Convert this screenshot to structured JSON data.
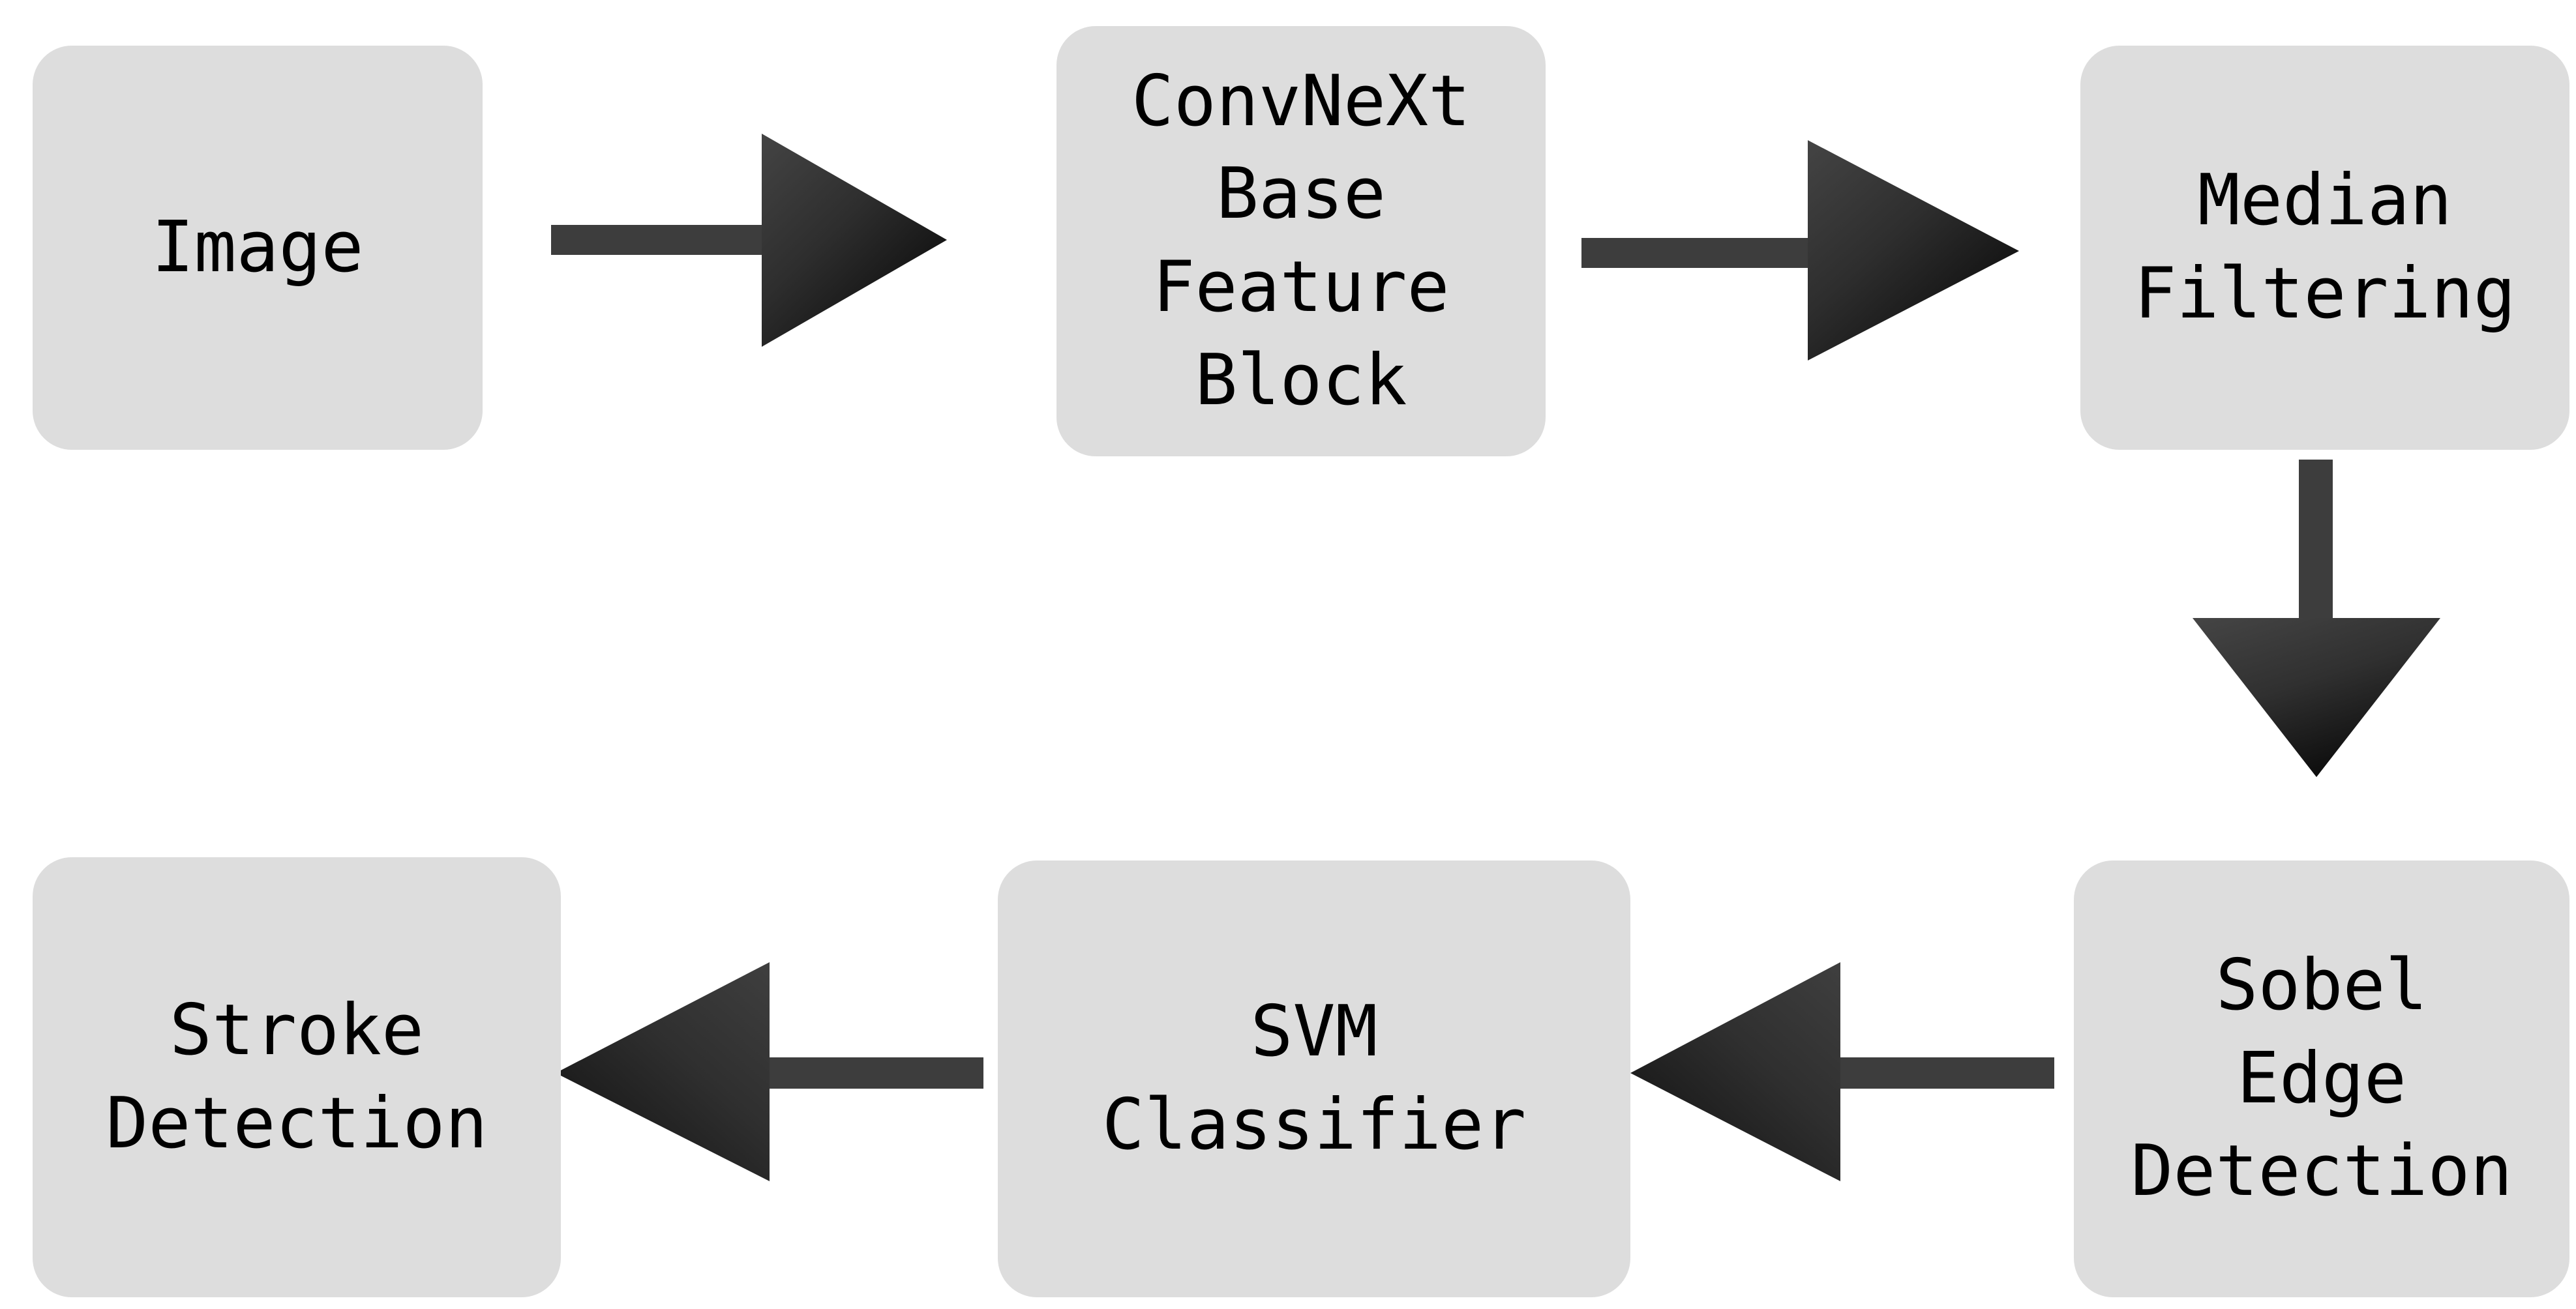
{
  "diagram": {
    "type": "flowchart",
    "orientation": "two-row serpentine (left-to-right on top, right-to-left on bottom)",
    "background_color": "#ffffff",
    "node_fill_color": "#dddddd",
    "node_text_color": "#000000",
    "arrow_color_light": "#3d3d3d",
    "arrow_color_dark": "#0a0a0a",
    "nodes": [
      {
        "id": "image",
        "label": "Image",
        "lines": [
          "Image"
        ],
        "row": "top",
        "order": 1
      },
      {
        "id": "convnext",
        "label": "ConvNeXt Base Feature Block",
        "lines": [
          "ConvNeXt",
          "Base",
          "Feature",
          "Block"
        ],
        "row": "top",
        "order": 2
      },
      {
        "id": "median",
        "label": "Median Filtering",
        "lines": [
          "Median",
          "Filtering"
        ],
        "row": "top",
        "order": 3
      },
      {
        "id": "sobel",
        "label": "Sobel Edge Detection",
        "lines": [
          "Sobel",
          "Edge",
          "Detection"
        ],
        "row": "bottom",
        "order": 4
      },
      {
        "id": "svm",
        "label": "SVM Classifier",
        "lines": [
          "SVM",
          "Classifier"
        ],
        "row": "bottom",
        "order": 5
      },
      {
        "id": "stroke",
        "label": "Stroke Detection",
        "lines": [
          "Stroke",
          "Detection"
        ],
        "row": "bottom",
        "order": 6
      }
    ],
    "edges": [
      {
        "id": "e1",
        "from": "image",
        "to": "convnext",
        "direction": "right",
        "icon": "arrow-right-icon"
      },
      {
        "id": "e2",
        "from": "convnext",
        "to": "median",
        "direction": "right",
        "icon": "arrow-right-icon"
      },
      {
        "id": "e3",
        "from": "median",
        "to": "sobel",
        "direction": "down",
        "icon": "arrow-down-icon"
      },
      {
        "id": "e4",
        "from": "sobel",
        "to": "svm",
        "direction": "left",
        "icon": "arrow-left-icon"
      },
      {
        "id": "e5",
        "from": "svm",
        "to": "stroke",
        "direction": "left",
        "icon": "arrow-left-icon"
      }
    ]
  }
}
